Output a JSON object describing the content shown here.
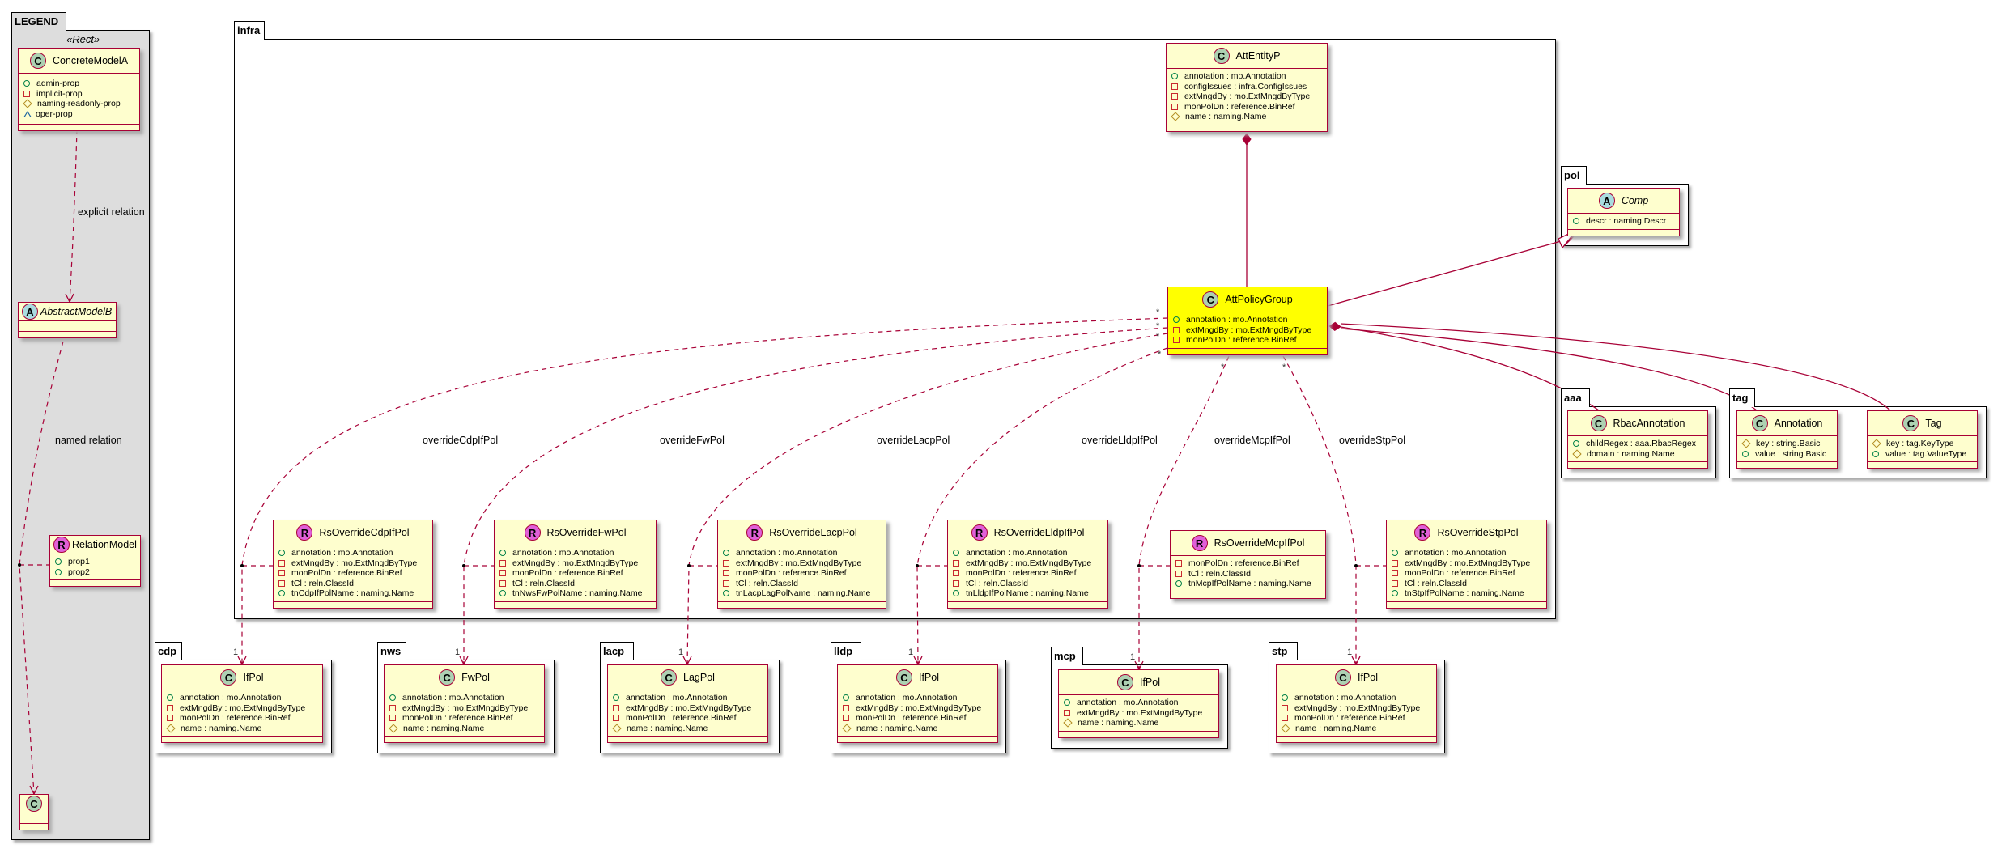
{
  "legend": {
    "title": "LEGEND",
    "stereotype": "«Rect»",
    "explicit_label": "explicit relation",
    "named_label": "named relation"
  },
  "packages": [
    {
      "id": "legend",
      "name": "LEGEND"
    },
    {
      "id": "infra",
      "name": "infra"
    },
    {
      "id": "pol",
      "name": "pol"
    },
    {
      "id": "aaa",
      "name": "aaa"
    },
    {
      "id": "tag",
      "name": "tag"
    },
    {
      "id": "cdp",
      "name": "cdp"
    },
    {
      "id": "nws",
      "name": "nws"
    },
    {
      "id": "lacp",
      "name": "lacp"
    },
    {
      "id": "lldp",
      "name": "lldp"
    },
    {
      "id": "mcp",
      "name": "mcp"
    },
    {
      "id": "stp",
      "name": "stp"
    }
  ],
  "classes": [
    {
      "id": "lg-concrete",
      "kind": "C",
      "name": "ConcreteModelA",
      "members": [
        {
          "vis": "public",
          "text": "admin-prop"
        },
        {
          "vis": "private",
          "text": "implicit-prop"
        },
        {
          "vis": "protected",
          "text": "naming-readonly-prop"
        },
        {
          "vis": "package",
          "text": "oper-prop"
        }
      ]
    },
    {
      "id": "lg-abstract",
      "kind": "A",
      "name": "AbstractModelB",
      "italic": true,
      "compact": true,
      "members": []
    },
    {
      "id": "lg-relation",
      "kind": "R",
      "name": "RelationModel",
      "compact": true,
      "members": [
        {
          "vis": "public",
          "text": "prop1"
        },
        {
          "vis": "public",
          "text": "prop2"
        }
      ]
    },
    {
      "id": "lg-c",
      "kind": "C",
      "name": "C",
      "compact": true,
      "iconOnly": true,
      "members": []
    },
    {
      "id": "attentityp",
      "kind": "C",
      "name": "AttEntityP",
      "members": [
        {
          "vis": "public",
          "text": "annotation : mo.Annotation"
        },
        {
          "vis": "private",
          "text": "configIssues : infra.ConfigIssues"
        },
        {
          "vis": "private",
          "text": "extMngdBy : mo.ExtMngdByType"
        },
        {
          "vis": "private",
          "text": "monPolDn : reference.BinRef"
        },
        {
          "vis": "protected",
          "text": "name : naming.Name"
        }
      ]
    },
    {
      "id": "attpolicygroup",
      "kind": "C",
      "name": "AttPolicyGroup",
      "highlight": "#ffff00",
      "members": [
        {
          "vis": "public",
          "text": "annotation : mo.Annotation"
        },
        {
          "vis": "private",
          "text": "extMngdBy : mo.ExtMngdByType"
        },
        {
          "vis": "private",
          "text": "monPolDn : reference.BinRef"
        }
      ]
    },
    {
      "id": "comp",
      "kind": "A",
      "name": "Comp",
      "italic": true,
      "members": [
        {
          "vis": "public",
          "text": "descr : naming.Descr"
        }
      ]
    },
    {
      "id": "rbacannotation",
      "kind": "C",
      "name": "RbacAnnotation",
      "members": [
        {
          "vis": "public",
          "text": "childRegex : aaa.RbacRegex"
        },
        {
          "vis": "protected",
          "text": "domain : naming.Name"
        }
      ]
    },
    {
      "id": "tag-annotation",
      "kind": "C",
      "name": "Annotation",
      "members": [
        {
          "vis": "protected",
          "text": "key : string.Basic"
        },
        {
          "vis": "public",
          "text": "value : string.Basic"
        }
      ]
    },
    {
      "id": "tag-tag",
      "kind": "C",
      "name": "Tag",
      "members": [
        {
          "vis": "protected",
          "text": "key : tag.KeyType"
        },
        {
          "vis": "public",
          "text": "value : tag.ValueType"
        }
      ]
    },
    {
      "id": "rs-cdp",
      "kind": "R",
      "name": "RsOverrideCdpIfPol",
      "members": [
        {
          "vis": "public",
          "text": "annotation : mo.Annotation"
        },
        {
          "vis": "private",
          "text": "extMngdBy : mo.ExtMngdByType"
        },
        {
          "vis": "private",
          "text": "monPolDn : reference.BinRef"
        },
        {
          "vis": "private",
          "text": "tCl : reln.ClassId"
        },
        {
          "vis": "public",
          "text": "tnCdpIfPolName : naming.Name"
        }
      ]
    },
    {
      "id": "rs-fw",
      "kind": "R",
      "name": "RsOverrideFwPol",
      "members": [
        {
          "vis": "public",
          "text": "annotation : mo.Annotation"
        },
        {
          "vis": "private",
          "text": "extMngdBy : mo.ExtMngdByType"
        },
        {
          "vis": "private",
          "text": "monPolDn : reference.BinRef"
        },
        {
          "vis": "private",
          "text": "tCl : reln.ClassId"
        },
        {
          "vis": "public",
          "text": "tnNwsFwPolName : naming.Name"
        }
      ]
    },
    {
      "id": "rs-lacp",
      "kind": "R",
      "name": "RsOverrideLacpPol",
      "members": [
        {
          "vis": "public",
          "text": "annotation : mo.Annotation"
        },
        {
          "vis": "private",
          "text": "extMngdBy : mo.ExtMngdByType"
        },
        {
          "vis": "private",
          "text": "monPolDn : reference.BinRef"
        },
        {
          "vis": "private",
          "text": "tCl : reln.ClassId"
        },
        {
          "vis": "public",
          "text": "tnLacpLagPolName : naming.Name"
        }
      ]
    },
    {
      "id": "rs-lldp",
      "kind": "R",
      "name": "RsOverrideLldpIfPol",
      "members": [
        {
          "vis": "public",
          "text": "annotation : mo.Annotation"
        },
        {
          "vis": "private",
          "text": "extMngdBy : mo.ExtMngdByType"
        },
        {
          "vis": "private",
          "text": "monPolDn : reference.BinRef"
        },
        {
          "vis": "private",
          "text": "tCl : reln.ClassId"
        },
        {
          "vis": "public",
          "text": "tnLldpIfPolName : naming.Name"
        }
      ]
    },
    {
      "id": "rs-mcp",
      "kind": "R",
      "name": "RsOverrideMcpIfPol",
      "members": [
        {
          "vis": "private",
          "text": "monPolDn : reference.BinRef"
        },
        {
          "vis": "private",
          "text": "tCl : reln.ClassId"
        },
        {
          "vis": "public",
          "text": "tnMcpIfPolName : naming.Name"
        }
      ]
    },
    {
      "id": "rs-stp",
      "kind": "R",
      "name": "RsOverrideStpPol",
      "members": [
        {
          "vis": "public",
          "text": "annotation : mo.Annotation"
        },
        {
          "vis": "private",
          "text": "extMngdBy : mo.ExtMngdByType"
        },
        {
          "vis": "private",
          "text": "monPolDn : reference.BinRef"
        },
        {
          "vis": "private",
          "text": "tCl : reln.ClassId"
        },
        {
          "vis": "public",
          "text": "tnStpIfPolName : naming.Name"
        }
      ]
    },
    {
      "id": "cdp-ifpol",
      "kind": "C",
      "name": "IfPol",
      "members": [
        {
          "vis": "public",
          "text": "annotation : mo.Annotation"
        },
        {
          "vis": "private",
          "text": "extMngdBy : mo.ExtMngdByType"
        },
        {
          "vis": "private",
          "text": "monPolDn : reference.BinRef"
        },
        {
          "vis": "protected",
          "text": "name : naming.Name"
        }
      ]
    },
    {
      "id": "nws-fwpol",
      "kind": "C",
      "name": "FwPol",
      "members": [
        {
          "vis": "public",
          "text": "annotation : mo.Annotation"
        },
        {
          "vis": "private",
          "text": "extMngdBy : mo.ExtMngdByType"
        },
        {
          "vis": "private",
          "text": "monPolDn : reference.BinRef"
        },
        {
          "vis": "protected",
          "text": "name : naming.Name"
        }
      ]
    },
    {
      "id": "lacp-lagpol",
      "kind": "C",
      "name": "LagPol",
      "members": [
        {
          "vis": "public",
          "text": "annotation : mo.Annotation"
        },
        {
          "vis": "private",
          "text": "extMngdBy : mo.ExtMngdByType"
        },
        {
          "vis": "private",
          "text": "monPolDn : reference.BinRef"
        },
        {
          "vis": "protected",
          "text": "name : naming.Name"
        }
      ]
    },
    {
      "id": "lldp-ifpol",
      "kind": "C",
      "name": "IfPol",
      "members": [
        {
          "vis": "public",
          "text": "annotation : mo.Annotation"
        },
        {
          "vis": "private",
          "text": "extMngdBy : mo.ExtMngdByType"
        },
        {
          "vis": "private",
          "text": "monPolDn : reference.BinRef"
        },
        {
          "vis": "protected",
          "text": "name : naming.Name"
        }
      ]
    },
    {
      "id": "mcp-ifpol",
      "kind": "C",
      "name": "IfPol",
      "members": [
        {
          "vis": "public",
          "text": "annotation : mo.Annotation"
        },
        {
          "vis": "private",
          "text": "extMngdBy : mo.ExtMngdByType"
        },
        {
          "vis": "protected",
          "text": "name : naming.Name"
        }
      ]
    },
    {
      "id": "stp-ifpol",
      "kind": "C",
      "name": "IfPol",
      "members": [
        {
          "vis": "public",
          "text": "annotation : mo.Annotation"
        },
        {
          "vis": "private",
          "text": "extMngdBy : mo.ExtMngdByType"
        },
        {
          "vis": "private",
          "text": "monPolDn : reference.BinRef"
        },
        {
          "vis": "protected",
          "text": "name : naming.Name"
        }
      ]
    }
  ],
  "relations": [
    {
      "id": "cdp",
      "label": "overrideCdpIfPol",
      "source_mult": "*",
      "target_mult": "1"
    },
    {
      "id": "fw",
      "label": "overrideFwPol",
      "source_mult": "*",
      "target_mult": "1"
    },
    {
      "id": "lacp",
      "label": "overrideLacpPol",
      "source_mult": "*",
      "target_mult": "1"
    },
    {
      "id": "lldp",
      "label": "overrideLldpIfPol",
      "source_mult": "*",
      "target_mult": "1"
    },
    {
      "id": "mcp",
      "label": "overrideMcpIfPol",
      "source_mult": "*",
      "target_mult": "1"
    },
    {
      "id": "stp",
      "label": "overrideStpPol",
      "source_mult": "*",
      "target_mult": "1"
    }
  ],
  "colors": {
    "line": "#a80036",
    "class_fill": "#fefece",
    "highlight": "#ffff00",
    "legend_fill": "#dddddd"
  }
}
